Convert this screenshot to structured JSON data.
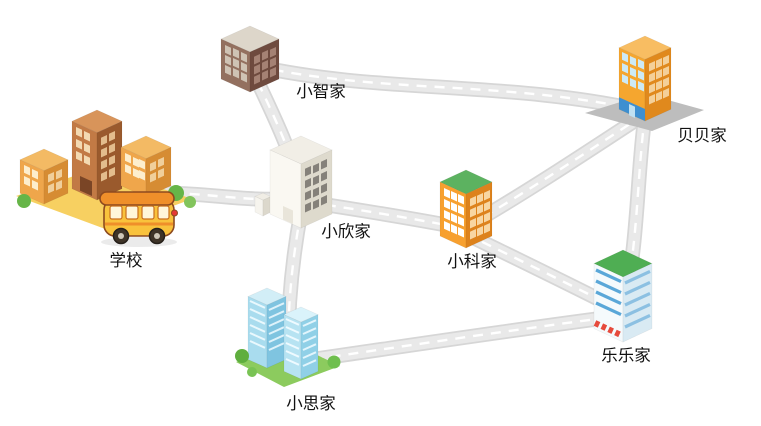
{
  "page": {
    "background": "#ffffff"
  },
  "diagram": {
    "type": "route-map",
    "nodes": {
      "school": {
        "label": "学校",
        "kind": "school-with-bus"
      },
      "xiaozhi": {
        "label": "小智家",
        "kind": "home"
      },
      "xiaoxin": {
        "label": "小欣家",
        "kind": "home"
      },
      "xiaoke": {
        "label": "小科家",
        "kind": "home"
      },
      "beibei": {
        "label": "贝贝家",
        "kind": "home"
      },
      "lele": {
        "label": "乐乐家",
        "kind": "home"
      },
      "xiaosi": {
        "label": "小思家",
        "kind": "home"
      }
    },
    "edges": [
      {
        "from": "school",
        "to": "xiaoxin"
      },
      {
        "from": "xiaoxin",
        "to": "xiaozhi"
      },
      {
        "from": "xiaozhi",
        "to": "beibei"
      },
      {
        "from": "xiaoxin",
        "to": "xiaoke"
      },
      {
        "from": "xiaoke",
        "to": "beibei"
      },
      {
        "from": "xiaoxin",
        "to": "xiaosi"
      },
      {
        "from": "xiaosi",
        "to": "lele"
      },
      {
        "from": "xiaoke",
        "to": "lele"
      },
      {
        "from": "lele",
        "to": "beibei"
      }
    ],
    "colors": {
      "road": "#e9e9e9",
      "road_edge": "#d6d6d6",
      "road_dash": "#ffffff",
      "label_text": "#111111"
    }
  }
}
